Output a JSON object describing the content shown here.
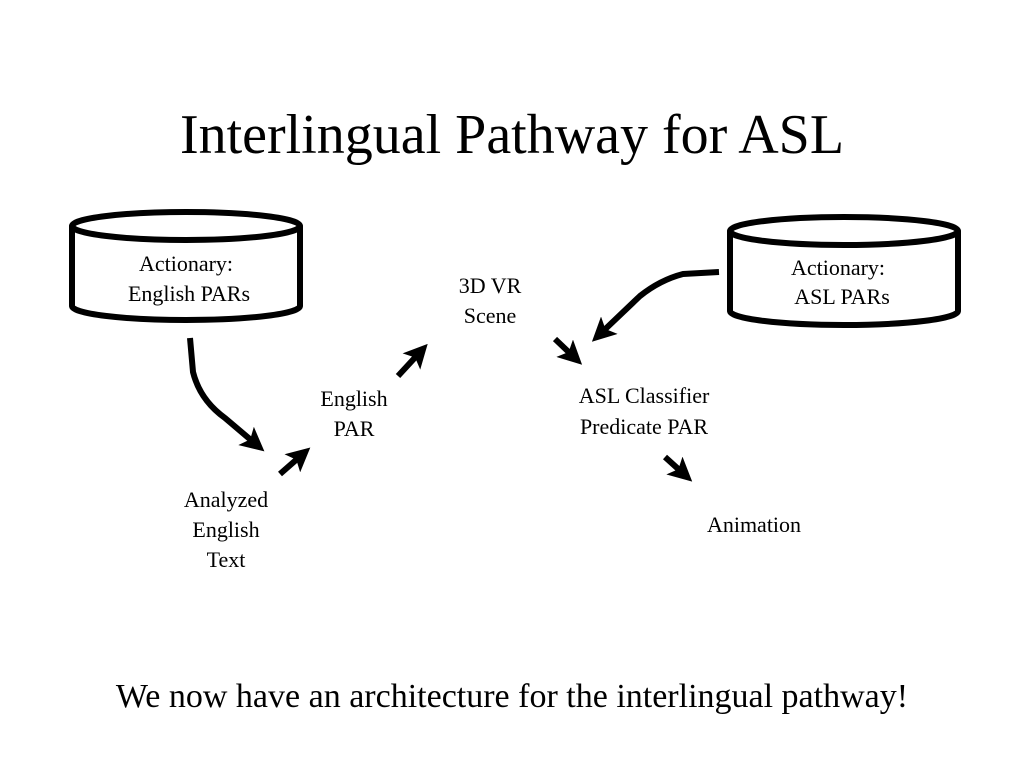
{
  "slide": {
    "title": "Interlingual Pathway for ASL",
    "caption": "We now have an architecture for the interlingual pathway!"
  },
  "diagram": {
    "nodes": {
      "english_actionary": {
        "line1": "Actionary:",
        "line2": "English PARs"
      },
      "asl_actionary": {
        "line1": "Actionary:",
        "line2": "ASL PARs"
      },
      "analyzed_text": {
        "line1": "Analyzed",
        "line2": "English",
        "line3": "Text"
      },
      "english_par": {
        "line1": "English",
        "line2": "PAR"
      },
      "vr_scene": {
        "line1": "3D VR",
        "line2": "Scene"
      },
      "asl_classifier": {
        "line1": "ASL Classifier",
        "line2": "Predicate PAR"
      },
      "animation": {
        "line1": "Animation"
      }
    },
    "colors": {
      "ink": "#000000",
      "background": "#ffffff"
    }
  }
}
